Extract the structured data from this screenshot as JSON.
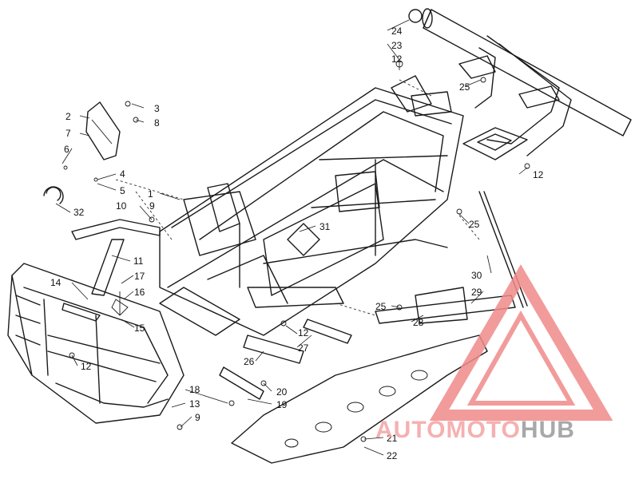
{
  "diagram": {
    "callouts": [
      {
        "id": "c1",
        "text": "1"
      },
      {
        "id": "c2",
        "text": "2"
      },
      {
        "id": "c3",
        "text": "3"
      },
      {
        "id": "c4",
        "text": "4"
      },
      {
        "id": "c5",
        "text": "5"
      },
      {
        "id": "c6",
        "text": "6"
      },
      {
        "id": "c7",
        "text": "7"
      },
      {
        "id": "c8",
        "text": "8"
      },
      {
        "id": "c9a",
        "text": "9"
      },
      {
        "id": "c9b",
        "text": "9"
      },
      {
        "id": "c10",
        "text": "10"
      },
      {
        "id": "c11",
        "text": "11"
      },
      {
        "id": "c12a",
        "text": "12"
      },
      {
        "id": "c12b",
        "text": "12"
      },
      {
        "id": "c12c",
        "text": "12"
      },
      {
        "id": "c12d",
        "text": "12"
      },
      {
        "id": "c13",
        "text": "13"
      },
      {
        "id": "c14",
        "text": "14"
      },
      {
        "id": "c15",
        "text": "15"
      },
      {
        "id": "c16",
        "text": "16"
      },
      {
        "id": "c17",
        "text": "17"
      },
      {
        "id": "c18",
        "text": "18"
      },
      {
        "id": "c19",
        "text": "19"
      },
      {
        "id": "c20",
        "text": "20"
      },
      {
        "id": "c21",
        "text": "21"
      },
      {
        "id": "c22",
        "text": "22"
      },
      {
        "id": "c23",
        "text": "23"
      },
      {
        "id": "c24",
        "text": "24"
      },
      {
        "id": "c25a",
        "text": "25"
      },
      {
        "id": "c25b",
        "text": "25"
      },
      {
        "id": "c25c",
        "text": "25"
      },
      {
        "id": "c26",
        "text": "26"
      },
      {
        "id": "c27",
        "text": "27"
      },
      {
        "id": "c28",
        "text": "28"
      },
      {
        "id": "c29",
        "text": "29"
      },
      {
        "id": "c30",
        "text": "30"
      },
      {
        "id": "c31",
        "text": "31"
      },
      {
        "id": "c32",
        "text": "32"
      }
    ]
  },
  "watermark": {
    "part1": "AUTOMOTO",
    "part2": "HUB",
    "color_primary": "#f5a3a3",
    "color_secondary": "#9a9a9a",
    "accent": "#f0c070"
  }
}
